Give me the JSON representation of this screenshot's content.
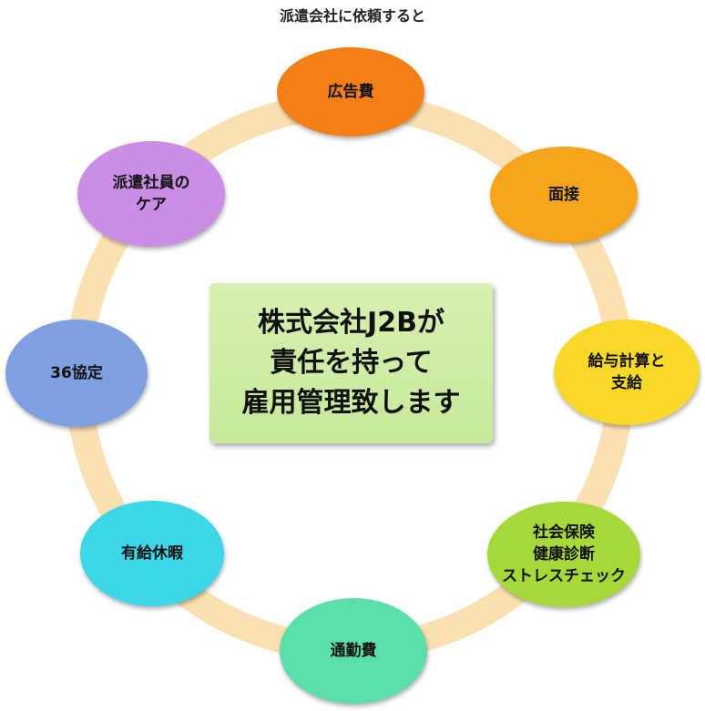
{
  "caption": "派遣会社に依頼すると",
  "center": {
    "lines": [
      "株式会社J2Bが",
      "責任を持って",
      "雇用管理致します"
    ]
  },
  "nodes": [
    {
      "label": "広告費",
      "color": "#f47f14"
    },
    {
      "label": "面接",
      "color": "#f6a41c"
    },
    {
      "label": "給与計算と\n支給",
      "color": "#f9d828"
    },
    {
      "label": "社会保険\n健康診断\nストレスチェック",
      "color": "#a6d83a"
    },
    {
      "label": "通勤費",
      "color": "#5bdfa9"
    },
    {
      "label": "有給休暇",
      "color": "#3cd8ea"
    },
    {
      "label": "36協定",
      "color": "#7ea0e2"
    },
    {
      "label": "派遣社員の\nケア",
      "color": "#cc8de6"
    }
  ],
  "ring_color": "#fbe1b2"
}
